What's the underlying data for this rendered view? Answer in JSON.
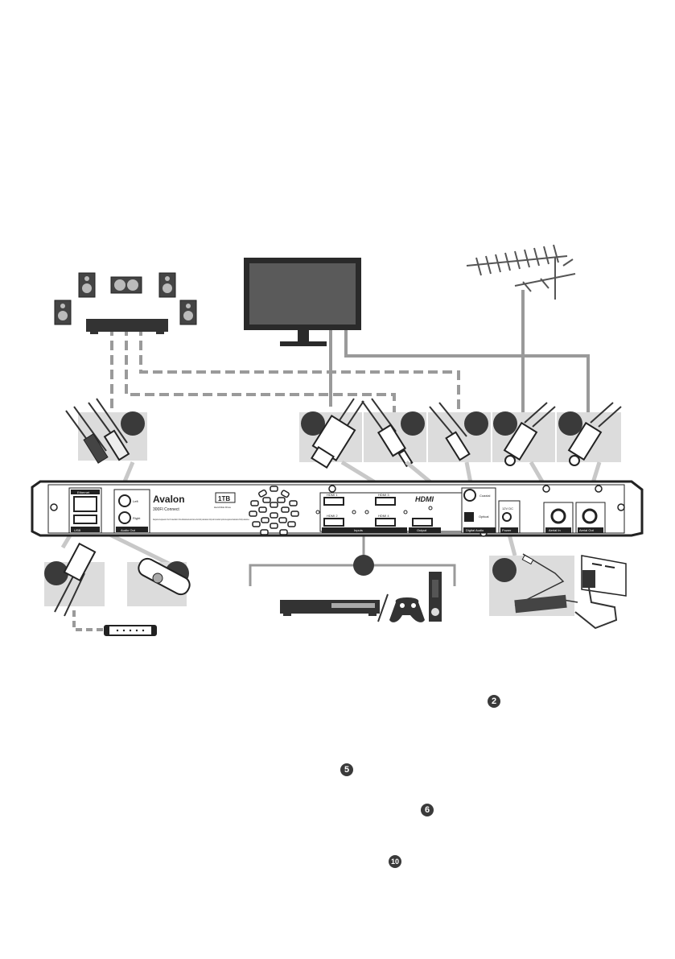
{
  "device": {
    "brand": "Avalon",
    "model": "300FI Connect",
    "capacity": "1TB",
    "capacity_sub": "Hard Disk Drive",
    "legal_text": "Designed and engineered in the UK. Assembled in China. Manufactured under license from Dolby Laboratories. Dolby and the double-D symbol are registered trademarks of Dolby Laboratories."
  },
  "ports": {
    "ethernet": "Ethernet",
    "usb": "USB",
    "left": "Left",
    "right": "Right",
    "audio_out": "Audio Out",
    "hdmi1": "HDMI 1",
    "hdmi2": "HDMI 2",
    "hdmi3": "HDMI 3",
    "hdmi4": "HDMI 4",
    "inputs": "Inputs",
    "output": "Output",
    "hdmi_logo": "HDMI",
    "coaxial": "Coaxial",
    "optical": "Optical",
    "digital_audio": "Digital Audio",
    "power_v": "12V DC",
    "power": "Power",
    "aerial_in": "Aerial In",
    "aerial_out": "Aerial Out"
  },
  "steps": {
    "two": "2",
    "five": "5",
    "six": "6",
    "ten": "10"
  }
}
